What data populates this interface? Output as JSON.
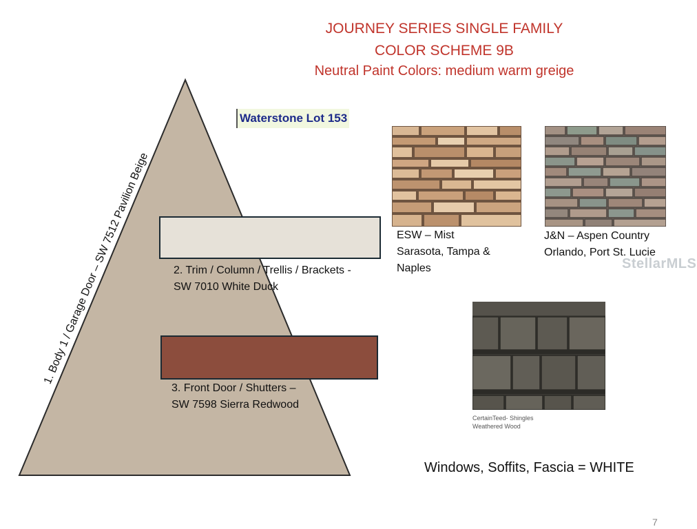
{
  "header": {
    "title_line1": "JOURNEY SERIES SINGLE FAMILY",
    "title_line2": "COLOR SCHEME 9B",
    "subtitle": "Neutral Paint Colors: medium warm greige"
  },
  "lot_label": "Waterstone Lot 153",
  "colors": {
    "body": "#c4b6a4",
    "trim": "#e6e1d8",
    "door": "#8c4d3d",
    "title": "#c0342b",
    "lot_text": "#1d2a8a"
  },
  "paint": {
    "body_label": "1. Body 1 / Garage Door – SW 7512 Pavilion Beige",
    "trim_line1": "2. Trim / Column / Trellis / Brackets -",
    "trim_line2": "SW 7010 White Duck",
    "door_line1": "3. Front Door / Shutters –",
    "door_line2": "SW 7598 Sierra Redwood"
  },
  "stones": [
    {
      "line1": "ESW – Mist",
      "line2": "Sarasota, Tampa &",
      "line3": "Naples"
    },
    {
      "line1": "J&N  –  Aspen Country",
      "line2": "Orlando, Port St. Lucie"
    }
  ],
  "shingle": {
    "line1": "CertainTeed- Shingles",
    "line2": "Weathered Wood"
  },
  "note": "Windows, Soffits, Fascia = WHITE",
  "watermark": "StellarMLS",
  "page_number": "7"
}
